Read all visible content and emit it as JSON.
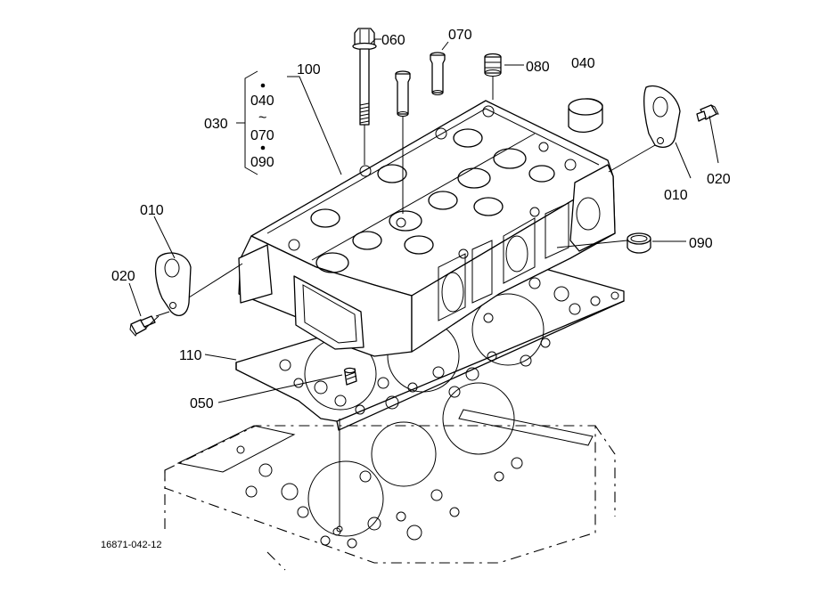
{
  "labels": {
    "p010_left": "010",
    "p010_right": "010",
    "p020_left": "020",
    "p020_right": "020",
    "p030": "030",
    "p040": "040",
    "p040_range": "040",
    "p050": "050",
    "p060": "060",
    "p070": "070",
    "p070_range": "070",
    "p080": "080",
    "p090": "090",
    "p090_range": "090",
    "p100": "100",
    "p110": "110",
    "range_tilde": "~"
  },
  "drawing_code": "16871-042-12"
}
